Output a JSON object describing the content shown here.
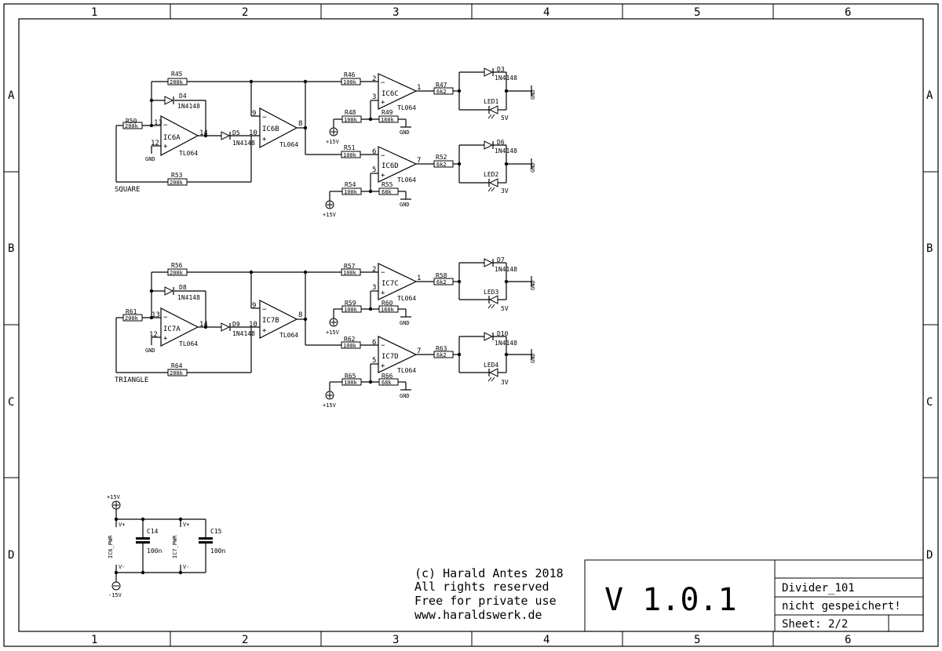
{
  "frame": {
    "columns": [
      "1",
      "2",
      "3",
      "4",
      "5",
      "6"
    ],
    "rows": [
      "A",
      "B",
      "C",
      "D"
    ]
  },
  "title_block": {
    "version": "V 1.0.1",
    "name": "Divider_101",
    "status": "nicht gespeichert!",
    "sheet": "Sheet: 2/2"
  },
  "copyright": {
    "line1": "(c) Harald Antes 2018",
    "line2": "All rights reserved",
    "line3": "Free for private use",
    "line4": "www.haraldswerk.de"
  },
  "section_labels": {
    "square": "SQUARE",
    "triangle": "TRIANGLE"
  },
  "section1": {
    "r45": "R45",
    "r45v": "200k",
    "d4": "D4",
    "d4v": "1N4148",
    "r50": "R50",
    "r50v": "200k",
    "ic6a": "IC6A",
    "ic6a_type": "TL064",
    "pin13": "13",
    "pin12": "12",
    "pin14": "14",
    "gnd": "GND",
    "d5": "D5",
    "d5v": "1N4148",
    "ic6b": "IC6B",
    "ic6b_type": "TL064",
    "pin9": "9",
    "pin10": "10",
    "pin8": "8",
    "r53": "R53",
    "r53v": "200k",
    "r46": "R46",
    "r46v": "100k",
    "ic6c": "IC6C",
    "ic6c_type": "TL064",
    "pin2": "2",
    "pin3": "3",
    "pin1": "1",
    "r48": "R48",
    "r48v": "100k",
    "r49": "R49",
    "r49v": "160k",
    "gnd49": "GND",
    "v15a": "+15V",
    "r47": "R47",
    "r47v": "6k2",
    "d3": "D3",
    "d3v": "1N4148",
    "led1": "LED1",
    "led1v": "5V",
    "gnd_c": "GND",
    "r51": "R51",
    "r51v": "100k",
    "ic6d": "IC6D",
    "ic6d_type": "TL064",
    "pin6": "6",
    "pin5": "5",
    "pin7": "7",
    "r54": "R54",
    "r54v": "100k",
    "r55": "R55",
    "r55v": "68k",
    "gnd55": "GND",
    "v15b": "+15V",
    "r52": "R52",
    "r52v": "6k2",
    "d6": "D6",
    "d6v": "1N4148",
    "led2": "LED2",
    "led2v": "3V",
    "gnd_d": "GND"
  },
  "section2": {
    "r56": "R56",
    "r56v": "200k",
    "d8": "D8",
    "d8v": "1N4148",
    "r61": "R61",
    "r61v": "200k",
    "ic7a": "IC7A",
    "ic7a_type": "TL064",
    "pin13": "13",
    "pin12": "12",
    "pin14": "14",
    "gnd": "GND",
    "d9": "D9",
    "d9v": "1N4148",
    "ic7b": "IC7B",
    "ic7b_type": "TL064",
    "pin9": "9",
    "pin10": "10",
    "pin8": "8",
    "r64": "R64",
    "r64v": "200k",
    "r57": "R57",
    "r57v": "100k",
    "ic7c": "IC7C",
    "ic7c_type": "TL064",
    "pin2": "2",
    "pin3": "3",
    "pin1": "1",
    "r59": "R59",
    "r59v": "100k",
    "r60": "R60",
    "r60v": "160k",
    "gnd60": "GND",
    "v15a": "+15V",
    "r58": "R58",
    "r58v": "6k2",
    "d7": "D7",
    "d7v": "1N4148",
    "led3": "LED3",
    "led3v": "5V",
    "gnd_c": "GND",
    "r62": "R62",
    "r62v": "100k",
    "ic7d": "IC7D",
    "ic7d_type": "TL064",
    "pin6": "6",
    "pin5": "5",
    "pin7": "7",
    "r65": "R65",
    "r65v": "100k",
    "r66": "R66",
    "r66v": "68k",
    "gnd66": "GND",
    "v15b": "+15V",
    "r63": "R63",
    "r63v": "6k2",
    "d10": "D10",
    "d10v": "1N4148",
    "led4": "LED4",
    "led4v": "3V",
    "gnd_d": "GND"
  },
  "power": {
    "vplus": "+15V",
    "vminus": "-15V",
    "ic6pwr": "IC6_PWR",
    "ic7pwr": "IC7_PWR",
    "vp1": "V+",
    "vm1": "V-",
    "vp2": "V+",
    "vm2": "V-",
    "c14": "C14",
    "c14v": "100n",
    "c15": "C15",
    "c15v": "100n"
  }
}
